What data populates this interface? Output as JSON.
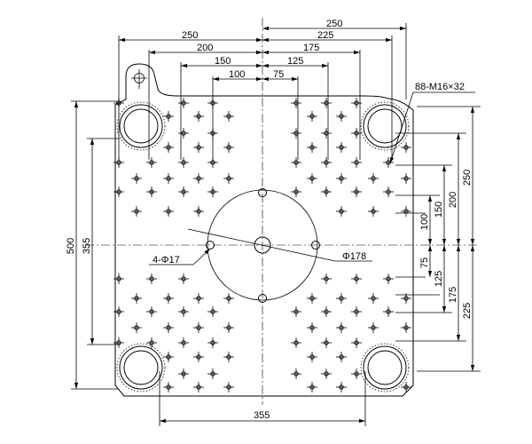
{
  "top_dims": {
    "d250_left": "250",
    "d200": "200",
    "d150": "150",
    "d100": "100",
    "d250_right": "250",
    "d225": "225",
    "d175": "175",
    "d125": "125",
    "d75": "75"
  },
  "right_dims": {
    "d250": "250",
    "d200": "200",
    "d150": "150",
    "d100": "100",
    "d75": "75",
    "d125": "125",
    "d175": "175",
    "d225": "225"
  },
  "left_dims": {
    "d500": "500",
    "d355": "355"
  },
  "bottom_dims": {
    "d355": "355"
  },
  "callouts": {
    "tapped_holes": "88-M16×32",
    "through_holes": "4-Φ17",
    "center_circle": "Φ178"
  }
}
